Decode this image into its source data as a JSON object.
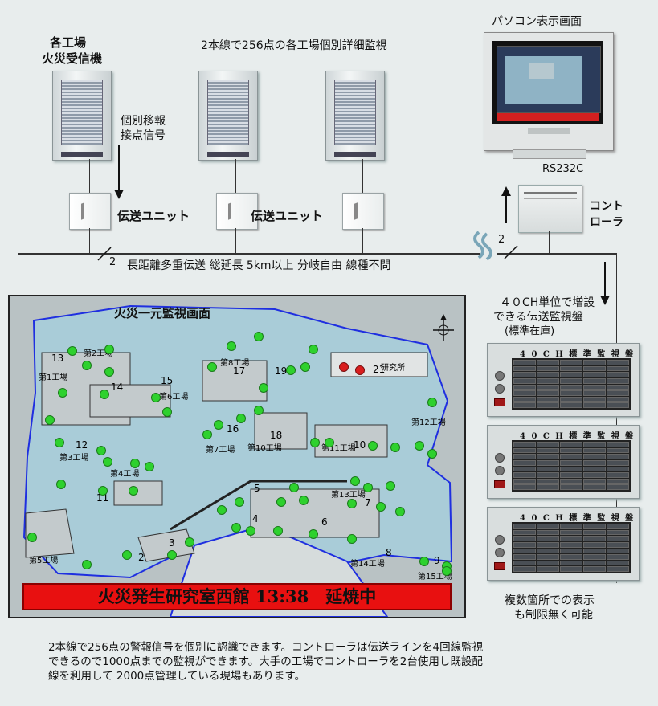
{
  "top": {
    "receiver_label_1": "各工場",
    "receiver_label_2": "火災受信機",
    "headline": "2本線で256点の各工場個別詳細監視",
    "signal_label_1": "個別移報",
    "signal_label_2": "接点信号",
    "unit_label_1": "伝送ユニット",
    "unit_label_2": "伝送ユニット"
  },
  "pc": {
    "title": "パソコン表示画面",
    "port": "RS232C",
    "controller_1": "コント",
    "controller_2": "ローラ"
  },
  "line": {
    "text": "長距離多重伝送 総延長 5km以上 分岐自由 線種不問",
    "wire_count_left": "2",
    "wire_count_right": "2"
  },
  "panels": {
    "caption_1": "４０CH単位で増設",
    "caption_2": "できる伝送監視盤",
    "caption_3": "(標準在庫)",
    "panel_title": "4 0 C H 標 準 監 視 盤",
    "footer_1": "複数箇所での表示",
    "footer_2": "も制限無く可能"
  },
  "map": {
    "title": "火災一元監視画面",
    "alarm_text": "火災発生研究室西館 13:38　延焼中",
    "factories": [
      "第1工場",
      "第2工場",
      "第3工場",
      "第4工場",
      "第5工場",
      "第6工場",
      "第7工場",
      "第8工場",
      "第10工場",
      "第11工場",
      "第12工場",
      "第13工場",
      "第14工場",
      "第15工場",
      "研究所"
    ],
    "numbers": [
      "13",
      "14",
      "12",
      "11",
      "15",
      "17",
      "19",
      "18",
      "16",
      "21",
      "10",
      "5",
      "4",
      "6",
      "7",
      "8",
      "9",
      "2",
      "3"
    ]
  },
  "bottom": {
    "text_1": "2本線で256点の警報信号を個別に認識できます。コントローラは伝送ラインを4回線監視",
    "text_2": "できるので1000点までの監視ができます。大手の工場でコントローラを2台使用し既設配",
    "text_3": "線を利用して 2000点管理している現場もあります。"
  },
  "colors": {
    "alarm_red": "#e81010",
    "sensor_green": "#2ed12e",
    "sensor_red": "#d91e1e",
    "map_water": "#a9ccd8",
    "map_border": "#1f2fe0"
  }
}
